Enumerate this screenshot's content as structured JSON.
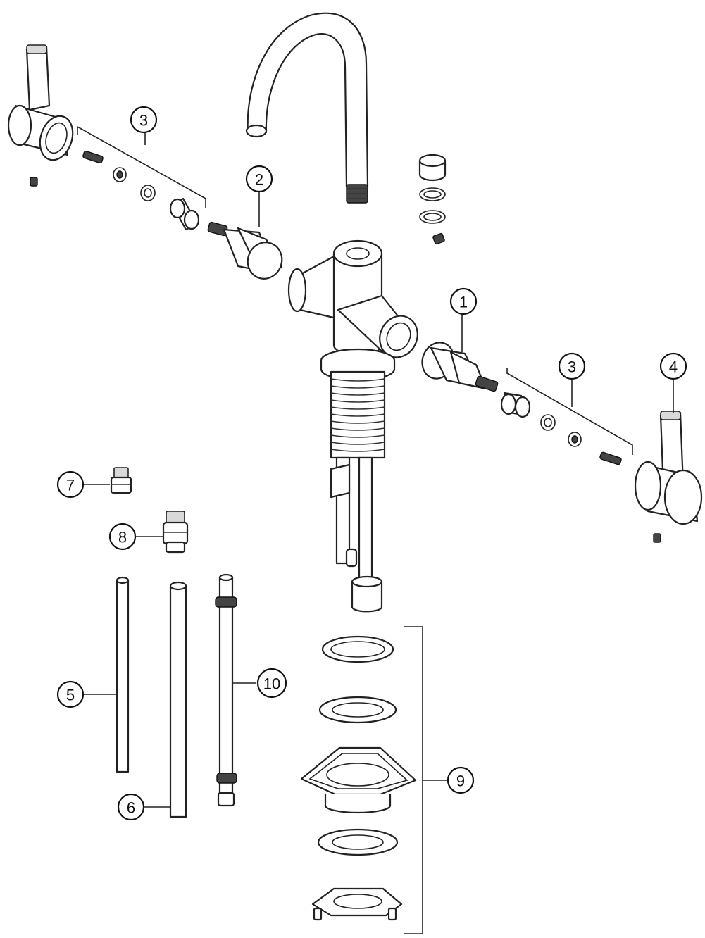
{
  "diagram": {
    "callouts": [
      {
        "id": "c1",
        "label": "1"
      },
      {
        "id": "c2",
        "label": "2"
      },
      {
        "id": "c3a",
        "label": "3"
      },
      {
        "id": "c3b",
        "label": "3"
      },
      {
        "id": "c4",
        "label": "4"
      },
      {
        "id": "c5",
        "label": "5"
      },
      {
        "id": "c6",
        "label": "6"
      },
      {
        "id": "c7",
        "label": "7"
      },
      {
        "id": "c8",
        "label": "8"
      },
      {
        "id": "c9",
        "label": "9"
      },
      {
        "id": "c10",
        "label": "10"
      }
    ]
  }
}
